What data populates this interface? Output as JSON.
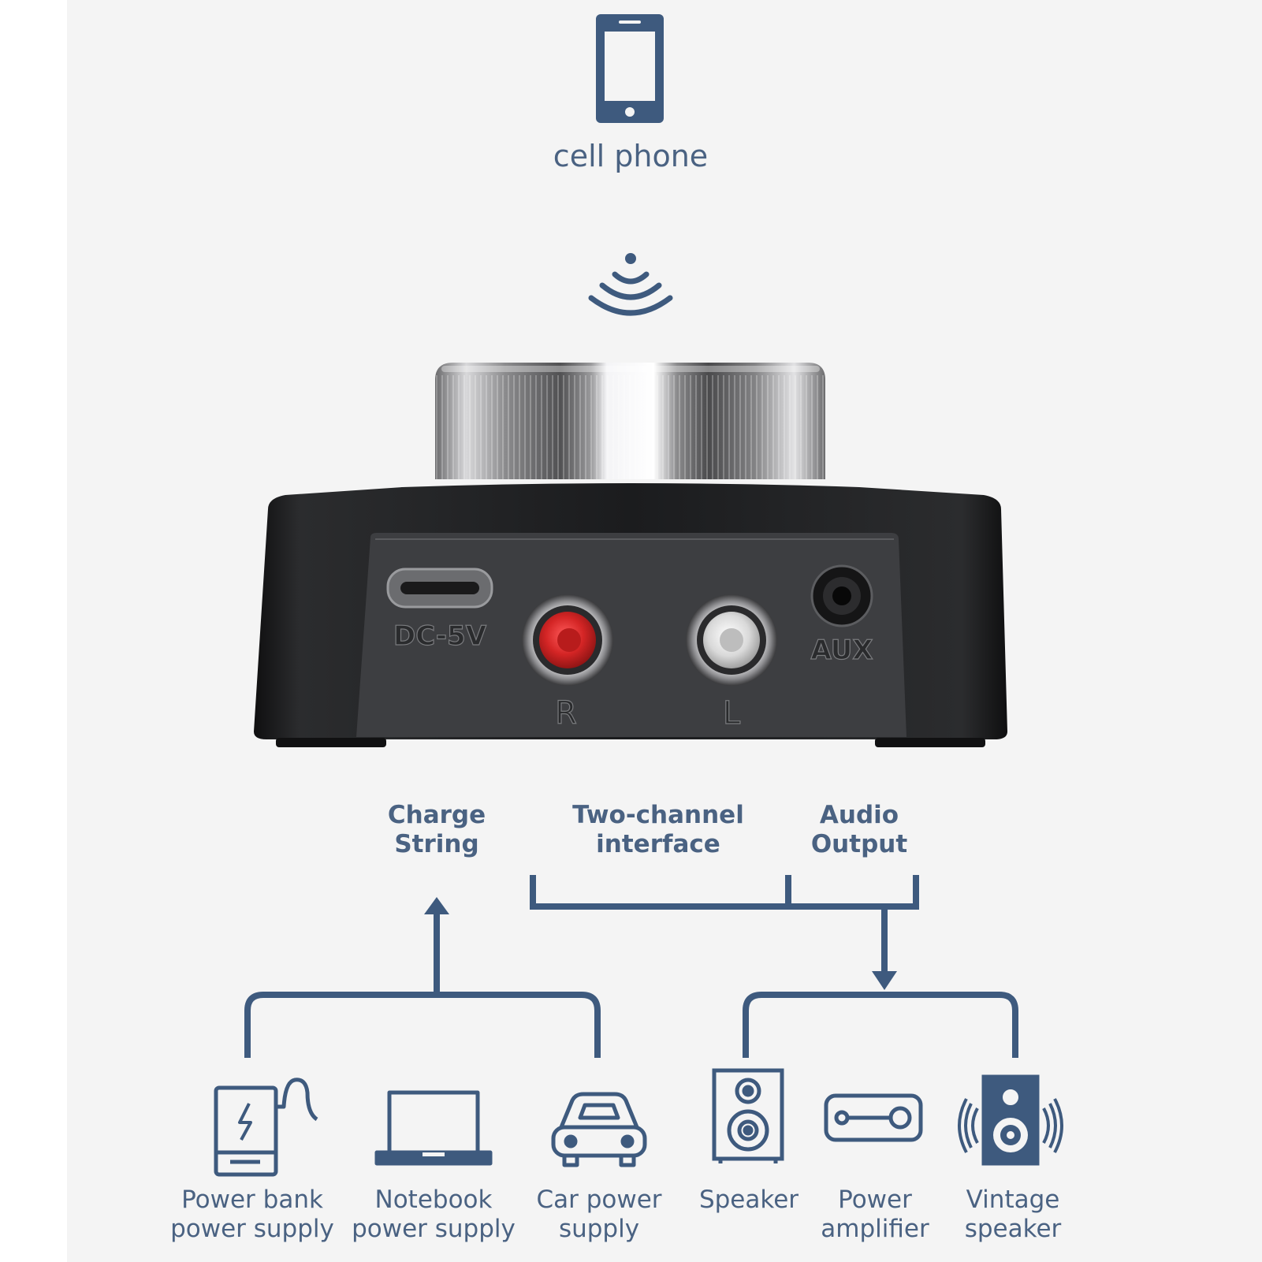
{
  "phone": {
    "icon": "smartphone-icon",
    "label": "cell phone"
  },
  "wireless": {
    "icon": "wireless-signal-icon"
  },
  "device": {
    "ports": {
      "dc": "DC-5V",
      "right": "R",
      "left": "L",
      "aux": "AUX"
    },
    "colors": {
      "body": "#1b1c1e",
      "right_jack": "#d42525",
      "left_jack": "#e6e6e6"
    }
  },
  "interfaces": {
    "charge": [
      "Charge",
      "String"
    ],
    "two_channel": [
      "Two-channel",
      "interface"
    ],
    "audio_output": [
      "Audio",
      "Output"
    ]
  },
  "power_sources": [
    {
      "icon": "power-bank-icon",
      "label": [
        "Power bank",
        "power supply"
      ]
    },
    {
      "icon": "laptop-icon",
      "label": [
        "Notebook",
        "power supply"
      ]
    },
    {
      "icon": "car-icon",
      "label": [
        "Car power",
        "supply"
      ]
    }
  ],
  "outputs": [
    {
      "icon": "speaker-icon",
      "label": [
        "Speaker"
      ]
    },
    {
      "icon": "amplifier-icon",
      "label": [
        "Power",
        "amplifier"
      ]
    },
    {
      "icon": "vintage-speaker-icon",
      "label": [
        "Vintage",
        "speaker"
      ]
    }
  ],
  "colors": {
    "accent": "#3e5a7e",
    "text": "#4a6282",
    "background": "#f4f4f4"
  }
}
